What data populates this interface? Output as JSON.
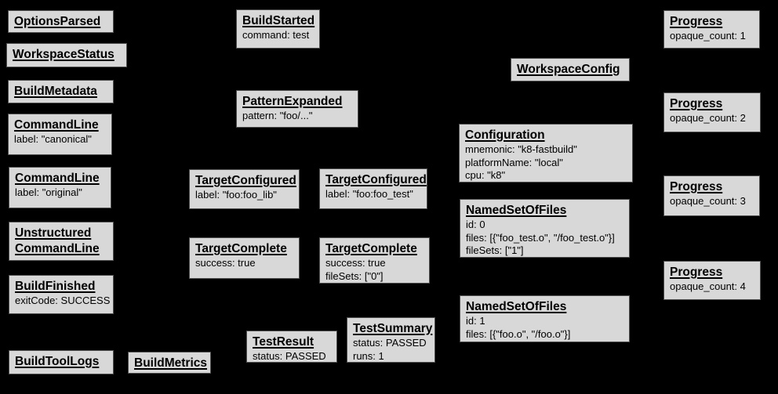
{
  "canvas": {
    "background_color": "#000000",
    "box_fill_color": "#d8d8d8",
    "box_border_color": "#4f4f4f",
    "text_color": "#000000"
  },
  "boxes": [
    {
      "title": "OptionsParsed",
      "lines": []
    },
    {
      "title": "WorkspaceStatus",
      "lines": []
    },
    {
      "title": "BuildMetadata",
      "lines": []
    },
    {
      "title": "CommandLine",
      "lines": [
        "label: \"canonical\""
      ]
    },
    {
      "title": "CommandLine",
      "lines": [
        "label: \"original\""
      ]
    },
    {
      "title": "Unstructured CommandLine",
      "lines": []
    },
    {
      "title": "BuildFinished",
      "lines": [
        "exitCode: SUCCESS"
      ]
    },
    {
      "title": "BuildToolLogs",
      "lines": []
    },
    {
      "title": "BuildMetrics",
      "lines": []
    },
    {
      "title": "BuildStarted",
      "lines": [
        "command: test"
      ]
    },
    {
      "title": "PatternExpanded",
      "lines": [
        "pattern: \"foo/...\""
      ]
    },
    {
      "title": "TargetConfigured",
      "lines": [
        "label: \"foo:foo_lib\""
      ]
    },
    {
      "title": "TargetComplete",
      "lines": [
        "success: true"
      ]
    },
    {
      "title": "TestResult",
      "lines": [
        "status: PASSED"
      ]
    },
    {
      "title": "TargetConfigured",
      "lines": [
        "label: \"foo:foo_test\""
      ]
    },
    {
      "title": "TargetComplete",
      "lines": [
        "success: true",
        "fileSets: [\"0\"]"
      ]
    },
    {
      "title": "TestSummary",
      "lines": [
        "status: PASSED",
        "runs: 1"
      ]
    },
    {
      "title": "WorkspaceConfig",
      "lines": []
    },
    {
      "title": "Configuration",
      "lines": [
        "mnemonic: \"k8-fastbuild\"",
        "platformName: \"local\"",
        "cpu: \"k8\""
      ]
    },
    {
      "title": "NamedSetOfFiles",
      "lines": [
        "id: 0",
        "files: [{\"foo_test.o\", \"/foo_test.o\"}]",
        "fileSets: [\"1\"]"
      ]
    },
    {
      "title": "NamedSetOfFiles",
      "lines": [
        "id: 1",
        "files: [{\"foo.o\", \"/foo.o\"}]"
      ]
    },
    {
      "title": "Progress",
      "lines": [
        "opaque_count: 1"
      ]
    },
    {
      "title": "Progress",
      "lines": [
        "opaque_count: 2"
      ]
    },
    {
      "title": "Progress",
      "lines": [
        "opaque_count: 3"
      ]
    },
    {
      "title": "Progress",
      "lines": [
        "opaque_count: 4"
      ]
    }
  ]
}
